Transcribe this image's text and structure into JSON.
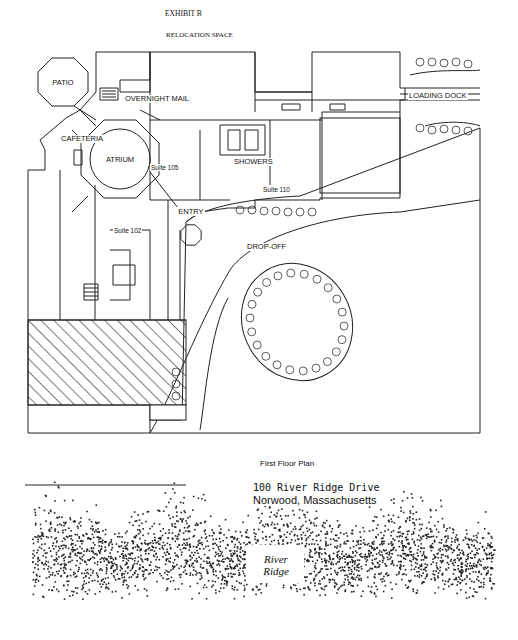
{
  "diagram": {
    "title": "EXHIBIT B",
    "caption": "First Floor Plan",
    "nodes": [
      {
        "text": [
          "PATIO"
        ]
      },
      {
        "text": [
          "ATRIUM"
        ]
      },
      {
        "text": [
          "ENTRY"
        ]
      }
    ],
    "edges": [],
    "labels": [
      "RELOCATION SPACE",
      "OVERNIGHT MAIL",
      "CAFETERIA",
      "Suite 105",
      "SHOWERS",
      "Suite 110",
      "LOADING DOCK",
      "Suite 102",
      "DROP-OFF",
      "100 River Ridge Drive",
      "Norwood, Massachusetts",
      "River Ridge"
    ]
  }
}
